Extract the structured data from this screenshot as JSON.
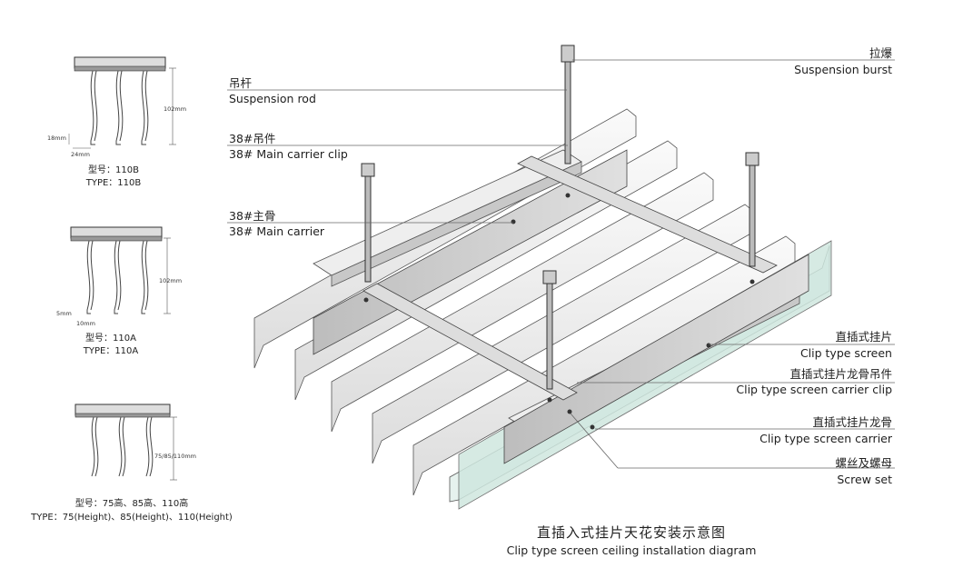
{
  "labels": {
    "suspension_burst": {
      "zh": "拉爆",
      "en": "Suspension burst"
    },
    "suspension_rod": {
      "zh": "吊杆",
      "en": "Suspension rod"
    },
    "main_carrier_clip": {
      "zh": "38#吊件",
      "en": "38# Main carrier clip"
    },
    "main_carrier": {
      "zh": "38#主骨",
      "en": "38# Main carrier"
    },
    "clip_screen": {
      "zh": "直插式挂片",
      "en": "Clip type screen"
    },
    "screen_carrier_clip": {
      "zh": "直插式挂片龙骨吊件",
      "en": "Clip type screen carrier clip"
    },
    "screen_carrier": {
      "zh": "直插式挂片龙骨",
      "en": "Clip type screen carrier"
    },
    "screw_set": {
      "zh": "螺丝及螺母",
      "en": "Screw set"
    }
  },
  "title": {
    "zh": "直插入式挂片天花安装示意图",
    "en": "Clip type screen ceiling installation diagram"
  },
  "profiles": [
    {
      "model": "型号：110B",
      "type": "TYPE：110B",
      "dims": [
        "102mm",
        "18mm",
        "24mm"
      ]
    },
    {
      "model": "型号：110A",
      "type": "TYPE：110A",
      "dims": [
        "102mm",
        "5mm",
        "10mm"
      ]
    },
    {
      "model": "型号：75高、85高、110高",
      "type": "TYPE：75(Height)、85(Height)、110(Height)",
      "dims": [
        "75/85/110mm"
      ]
    }
  ]
}
